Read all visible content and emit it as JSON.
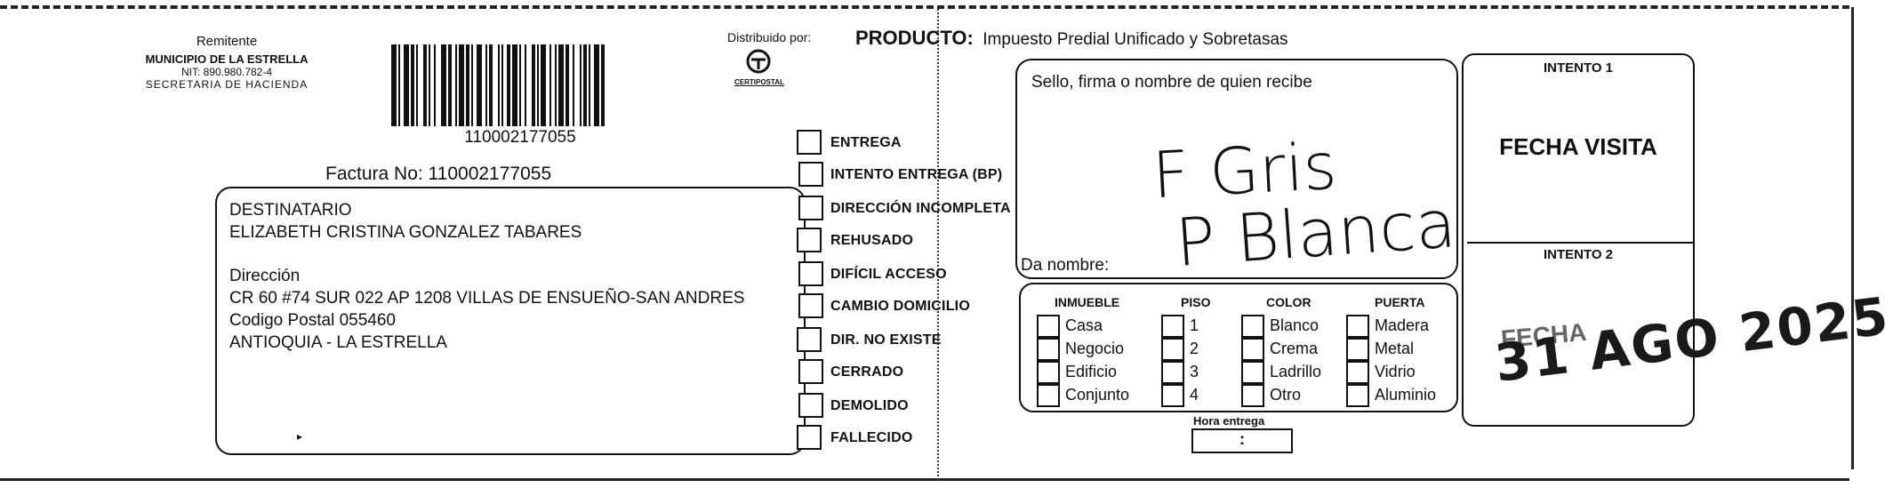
{
  "sender": {
    "heading": "Remitente",
    "name": "MUNICIPIO DE LA ESTRELLA",
    "nit": "NIT: 890.980.782-4",
    "office": "SECRETARIA DE HACIENDA",
    "barcode_number": "110002177055"
  },
  "distributor": {
    "label": "Distribuido por:",
    "brand": "CERTIPOSTAL"
  },
  "product": {
    "label": "PRODUCTO:",
    "value": "Impuesto Predial Unificado y Sobretasas"
  },
  "invoice": {
    "label": "Factura No: 110002177055"
  },
  "recipient": {
    "heading": "DESTINATARIO",
    "name": "ELIZABETH CRISTINA GONZALEZ TABARES",
    "address_label": "Dirección",
    "address": "CR 60 #74 SUR 022 AP 1208 VILLAS DE ENSUEÑO-SAN ANDRES",
    "postal_code": "Codigo Postal  055460",
    "region": "ANTIOQUIA - LA ESTRELLA"
  },
  "delivery_status": [
    "ENTREGA",
    "INTENTO ENTREGA (BP)",
    "DIRECCIÓN INCOMPLETA",
    "REHUSADO",
    "DIFÍCIL ACCESO",
    "CAMBIO DOMICILIO",
    "DIR. NO EXISTE",
    "CERRADO",
    "DEMOLIDO",
    "FALLECIDO"
  ],
  "receipt": {
    "label": "Sello, firma o nombre de quien recibe",
    "given_name_label": "Da nombre:",
    "handwriting_line1": "F Gris",
    "handwriting_line2": "P Blanca"
  },
  "property": {
    "columns": [
      {
        "header": "INMUEBLE",
        "options": [
          "Casa",
          "Negocio",
          "Edificio",
          "Conjunto"
        ]
      },
      {
        "header": "PISO",
        "options": [
          "1",
          "2",
          "3",
          "4"
        ]
      },
      {
        "header": "COLOR",
        "options": [
          "Blanco",
          "Crema",
          "Ladrillo",
          "Otro"
        ]
      },
      {
        "header": "PUERTA",
        "options": [
          "Madera",
          "Metal",
          "Vidrio",
          "Aluminio"
        ]
      }
    ],
    "time_label": "Hora entrega",
    "time_value": ":"
  },
  "attempts": {
    "attempt1_label": "INTENTO 1",
    "visit_date_label": "FECHA VISITA",
    "attempt2_label": "INTENTO 2",
    "stamp_prefix": "FECHA",
    "stamp_date": "31 AGO 2025"
  }
}
